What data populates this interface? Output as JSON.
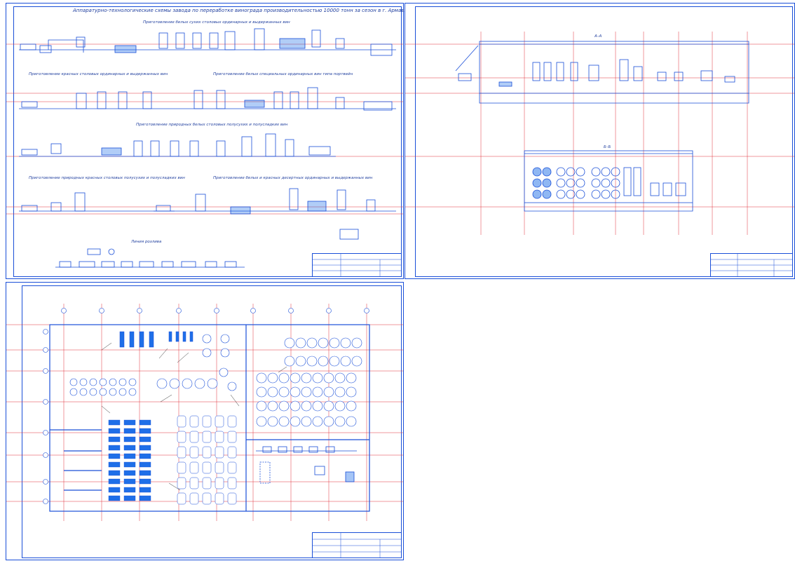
{
  "sheet1": {
    "title": "Аппаратурно-технологические схемы завода по переработке винограда производительностью 10000 тонн за сезон в г. Армавире",
    "headings": [
      "Приготовление белых сухих столовых ординарных и выдержанных вин",
      "Приготовление красных столовых ординарных и выдержанных вин",
      "Приготовление белых специальных ординарных вин типа портвейн",
      "Приготовление природных белых столовых полусухих и полусладких вин",
      "Приготовление природных красных столовых полусухих и полусладких вин",
      "Приготовление белых и красных десертных ординарных и выдержанных вин",
      "Линия розлива"
    ]
  },
  "sheet2": {
    "section_aa": "А–А",
    "section_bb": "Б–Б"
  },
  "colors": {
    "line": "#1a4fd8",
    "guide": "#e0303a",
    "equipment": "#1f6fe8"
  }
}
